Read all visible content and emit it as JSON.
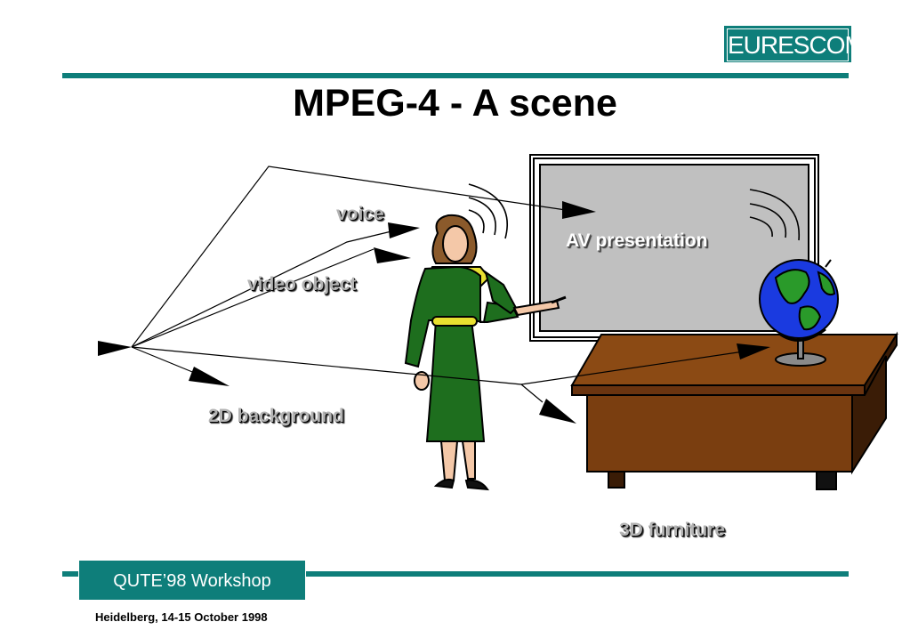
{
  "logo": {
    "text": "EURESCOM"
  },
  "slide": {
    "title": "MPEG-4 - A scene"
  },
  "labels": {
    "voice": "voice",
    "video_object": "video object",
    "av_presentation": "AV presentation",
    "background_2d": "2D background",
    "furniture_3d": "3D furniture"
  },
  "footer": {
    "workshop": "QUTE’98 Workshop",
    "location_date": "Heidelberg, 14-15 October 1998"
  },
  "colors": {
    "accent": "#0e7e7a",
    "label_gray": "#b3b3b3",
    "screen": "#c0c0c0",
    "desk": "#7a3e10",
    "dress": "#1e6e1e"
  }
}
